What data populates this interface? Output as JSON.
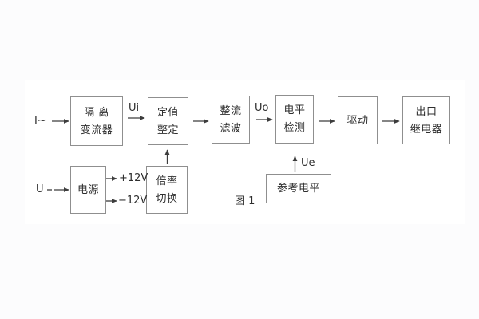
{
  "figure": {
    "caption": "图 1"
  },
  "labels": {
    "input_current": "I~",
    "input_voltage": "U",
    "ui": "Ui",
    "uo": "Uo",
    "ue": "Ue",
    "plus_12v": "+12V",
    "minus_12v": "−12V"
  },
  "blocks": {
    "isolation": {
      "line1": "隔 离",
      "line2": "变流器"
    },
    "setting": {
      "line1": "定值",
      "line2": "整定"
    },
    "rectifier": {
      "line1": "整流",
      "line2": "滤波"
    },
    "level_detect": {
      "line1": "电平",
      "line2": "检测"
    },
    "drive": {
      "label": "驱动"
    },
    "output_relay": {
      "line1": "出口",
      "line2": "继电器"
    },
    "power": {
      "label": "电源"
    },
    "ratio_switch": {
      "line1": "倍率",
      "line2": "切换"
    },
    "reference_level": {
      "label": "参考电平"
    }
  },
  "colors": {
    "line": "#3c3c3c",
    "box_border": "#8f8f8f",
    "text": "#2e2e2e",
    "canvas": "#ffffff",
    "page_background": "#fcfcfd"
  }
}
